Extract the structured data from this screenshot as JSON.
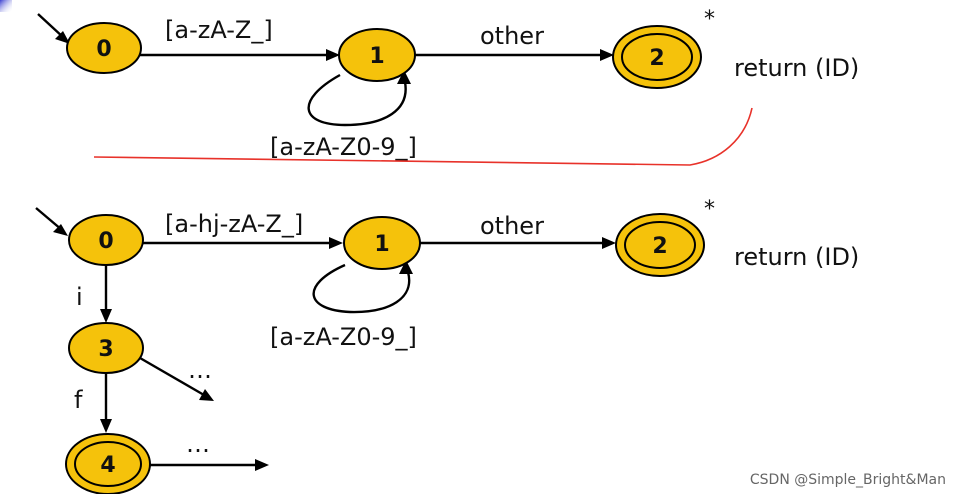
{
  "top": {
    "states": [
      "0",
      "1",
      "2"
    ],
    "edge_0_1": "[a-zA-Z_]",
    "edge_1_1": "[a-zA-Z0-9_]",
    "edge_1_2": "other",
    "star": "*",
    "action": "return (ID)"
  },
  "bottom": {
    "states": [
      "0",
      "1",
      "2",
      "3",
      "4"
    ],
    "edge_0_1": "[a-hj-zA-Z_]",
    "edge_1_1": "[a-zA-Z0-9_]",
    "edge_1_2": "other",
    "edge_0_3": "i",
    "edge_3_4": "f",
    "edge_3_more": "…",
    "edge_4_more": "…",
    "star": "*",
    "action": "return (ID)"
  },
  "watermark": "CSDN @Simple_Bright&Man",
  "colors": {
    "state_fill": "#f5c20b",
    "annotation": "#e8322a"
  }
}
